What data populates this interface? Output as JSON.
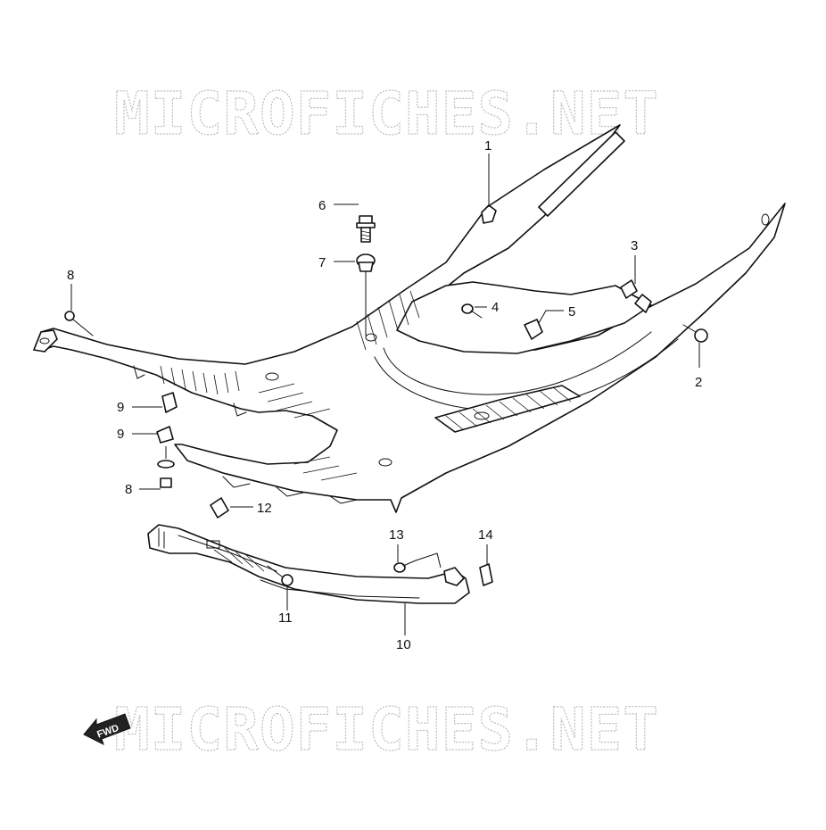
{
  "watermark": {
    "top": "MICROFICHES.NET",
    "bottom": "MICROFICHES.NET"
  },
  "fwd_label": "FWD",
  "callouts": [
    {
      "id": "1",
      "label": "1"
    },
    {
      "id": "2",
      "label": "2"
    },
    {
      "id": "3",
      "label": "3"
    },
    {
      "id": "4",
      "label": "4"
    },
    {
      "id": "5",
      "label": "5"
    },
    {
      "id": "6",
      "label": "6"
    },
    {
      "id": "7",
      "label": "7"
    },
    {
      "id": "8a",
      "label": "8"
    },
    {
      "id": "8b",
      "label": "8"
    },
    {
      "id": "9a",
      "label": "9"
    },
    {
      "id": "9b",
      "label": "9"
    },
    {
      "id": "10",
      "label": "10"
    },
    {
      "id": "11",
      "label": "11"
    },
    {
      "id": "12",
      "label": "12"
    },
    {
      "id": "13",
      "label": "13"
    },
    {
      "id": "14",
      "label": "14"
    }
  ]
}
